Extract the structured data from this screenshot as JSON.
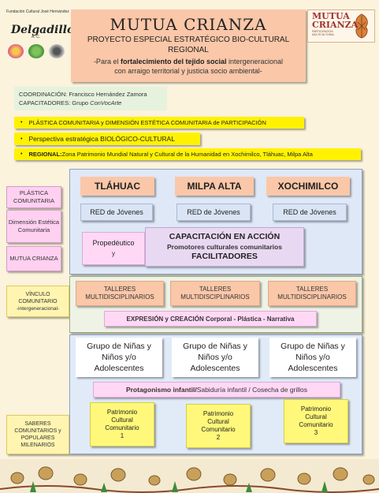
{
  "logo_left": {
    "top_text": "Fundación Cultural José Hernández",
    "script_name": "Delgadillo",
    "sub_text": "A. C."
  },
  "header": {
    "title": "MUTUA CRIANZA",
    "subtitle_1": "PROYECTO ESPECIAL ESTRATÉGICO BIO-CULTURAL",
    "subtitle_2": "REGIONAL",
    "desc_pre": "-Para el ",
    "desc_bold": "fortalecimiento del tejido social",
    "desc_post": " intergeneracional",
    "desc_line2": "con arraigo territorial y justicia socio ambiental-"
  },
  "logo_right": {
    "title_1": "MUTUA",
    "title_2": "CRIANZA",
    "sub": "PARTICIPACIÓN MULTICULTURAL"
  },
  "coordination": {
    "coord_label": "COORDINACIÓN: ",
    "coord_name": "Francisco Hernández Zamora",
    "cap_label": "CAPACITADORES: Grupo ",
    "cap_name": "ConVocArte"
  },
  "bars": {
    "bar1": "PLÁSTICA COMUNITARIA y DIMENSIÓN ESTÉTICA COMUNITARIA de PARTICIPACIÓN",
    "bar2": "Perspectiva estratégica BIOLÓGICO-CULTURAL",
    "bar3_bold": "REGIONAL:",
    "bar3_rest": " Zona Patrimonio Mundial Natural y Cultural de la Humanidad en Xochimilco, Tláhuac, Milpa Alta"
  },
  "left_labels": {
    "plastica": "PLÁSTICA COMUNITARIA",
    "dimension": "Dimensión Estética Comunitaria",
    "mutua": "MUTUA CRIANZA",
    "vinculo_1": "VÍNCULO COMUNITARIO",
    "vinculo_2": "-intergeneracional-",
    "saberes": "SABERES COMUNITARIOS y POPULARES MILENARIOS"
  },
  "regions": [
    "TLÁHUAC",
    "MILPA ALTA",
    "XOCHIMILCO"
  ],
  "red_label": "RED de Jóvenes",
  "propedeutico_1": "Propedéutico",
  "propedeutico_2": "y",
  "capacitacion": {
    "title": "CAPACITACIÓN EN ACCIÓN",
    "sub": "Promotores culturales comunitarios",
    "fac": "FACILITADORES"
  },
  "talleres": {
    "line1": "TALLERES",
    "line2": "MULTIDISCIPLINARIOS"
  },
  "expresion": "EXPRESIÓN y CREACIÓN Corporal - Plástica - Narrativa",
  "grupo": {
    "line1": "Grupo de Niñas  y",
    "line2": "Niños y/o",
    "line3": "Adolescentes"
  },
  "protagonismo_bold": "Protagonismo infantil/",
  "protagonismo_rest": " Sabiduría infantil / Cosecha de grillos",
  "patrimonio": {
    "line1": "Patrimonio",
    "line2": "Cultural",
    "line3": "Comunitario",
    "numbers": [
      "1",
      "2",
      "3"
    ]
  },
  "colors": {
    "title_bg": "#fac7a8",
    "yellow_bar": "#fff200",
    "panel_blue": "#dfe8f6",
    "pink": "#ffd0f0",
    "lavender": "#e9d8f2"
  }
}
